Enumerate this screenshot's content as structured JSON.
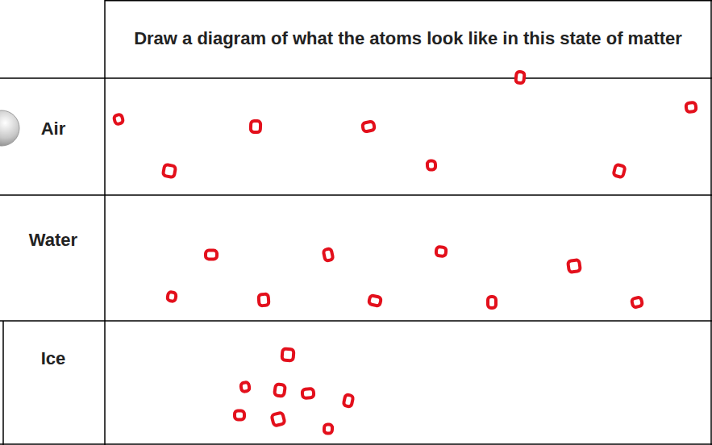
{
  "diagram": {
    "labels": [
      "Draw a diagram of what the atoms look like in this state of matter",
      "Air",
      "Water",
      "Ice"
    ]
  }
}
